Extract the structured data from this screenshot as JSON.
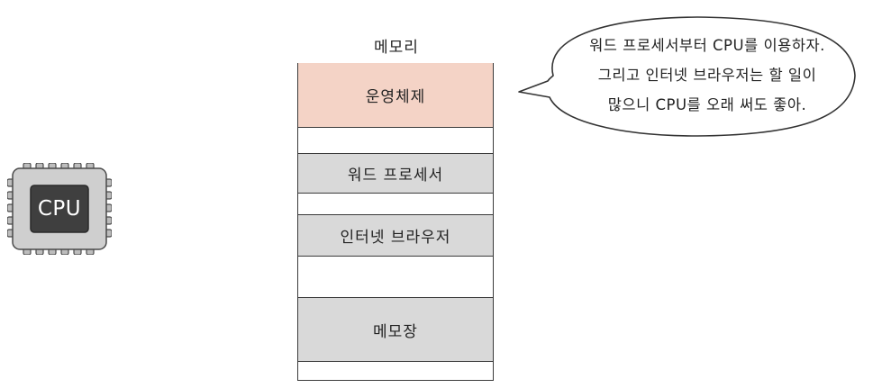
{
  "cpu": {
    "label": "CPU",
    "colors": {
      "body": "#cfcfcf",
      "die": "#3f3f3f",
      "pins": "#bdbdbd"
    }
  },
  "memory": {
    "title": "메모리",
    "blocks": [
      {
        "label": "운영체제",
        "color": "#f4d3c6"
      },
      {
        "label": "워드 프로세서",
        "color": "#d9d9d9"
      },
      {
        "label": "인터넷 브라우저",
        "color": "#d9d9d9"
      },
      {
        "label": "메모장",
        "color": "#d9d9d9"
      }
    ]
  },
  "speech_bubble": {
    "lines": [
      "워드 프로세서부터 CPU를 이용하자.",
      "그리고 인터넷 브라우저는 할 일이",
      "많으니 CPU를 오래 써도 좋아."
    ]
  }
}
